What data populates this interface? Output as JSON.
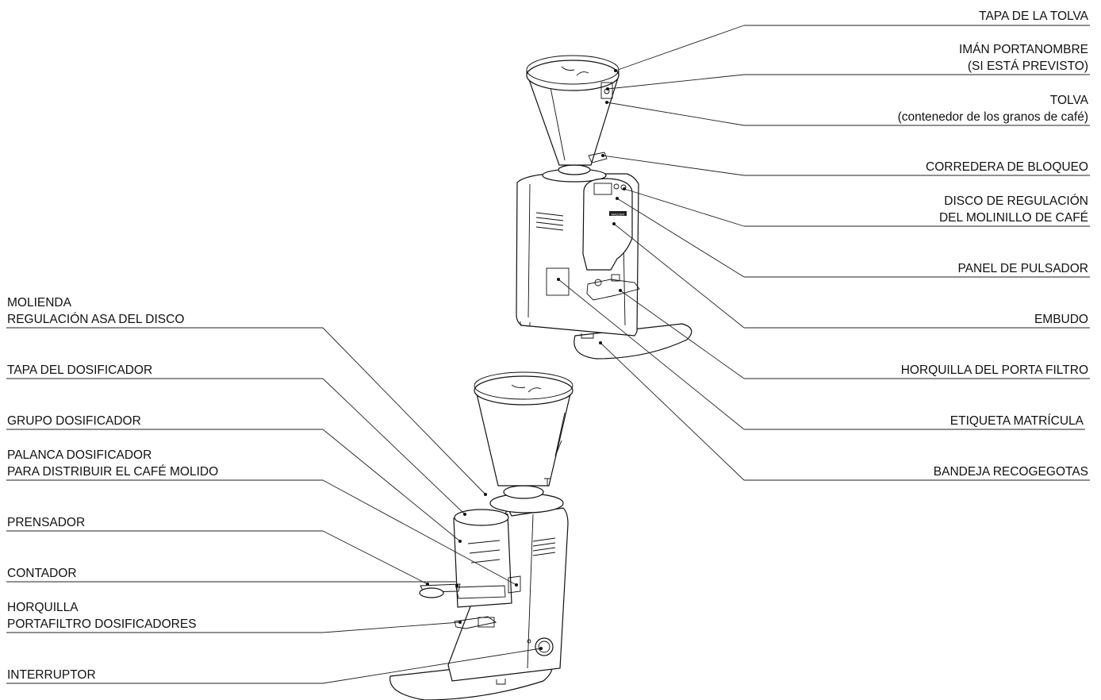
{
  "right_labels": {
    "tapa_tolva": "TAPA DE LA TOLVA",
    "iman_1": "IMÁN PORTANOMBRE",
    "iman_2": "(SI ESTÁ PREVISTO)",
    "tolva_1": "TOLVA",
    "tolva_2": "(contenedor de los granos de café)",
    "corredera": "CORREDERA DE BLOQUEO",
    "disco_1": "DISCO DE REGULACIÓN",
    "disco_2": "DEL MOLINILLO DE CAFÉ",
    "panel": "PANEL DE PULSADOR",
    "embudo": "EMBUDO",
    "horquilla_porta": "HORQUILLA DEL PORTA FILTRO",
    "etiqueta": "ETIQUETA MATRÍCULA",
    "bandeja": "BANDEJA RECOGEGOTAS"
  },
  "left_labels": {
    "molienda_1": "MOLIENDA",
    "molienda_2": "REGULACIÓN ASA DEL DISCO",
    "tapa_dosificador": "TAPA DEL DOSIFICADOR",
    "grupo": "GRUPO DOSIFICADOR",
    "palanca_1": "PALANCA DOSIFICADOR",
    "palanca_2": "PARA DISTRIBUIR EL CAFÉ MOLIDO",
    "prensador": "PRENSADOR",
    "contador": "CONTADOR",
    "horquilla_1": "HORQUILLA",
    "horquilla_2": "PORTAFILTRO DOSIFICADORES",
    "interruptor": "INTERRUPTOR"
  },
  "brand_plate": "MAZZER"
}
